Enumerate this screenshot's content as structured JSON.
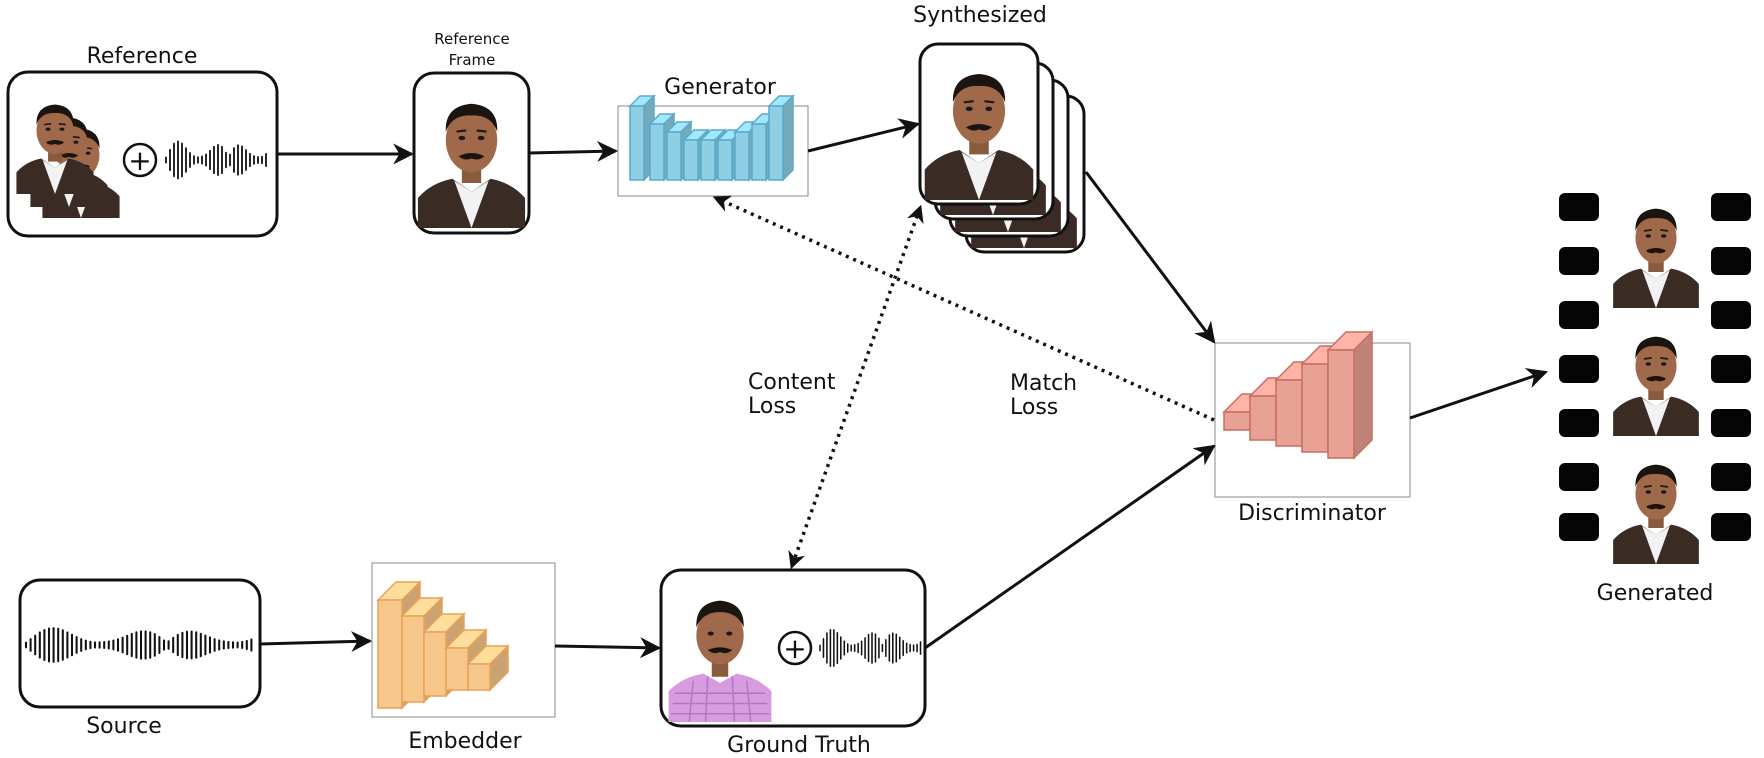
{
  "labels": {
    "reference": "Reference",
    "reference_frame_line1": "Reference",
    "reference_frame_line2": "Frame",
    "generator": "Generator",
    "synthesized": "Synthesized",
    "content_loss_line1": "Content",
    "content_loss_line2": "Loss",
    "match_loss_line1": "Match",
    "match_loss_line2": "Loss",
    "discriminator": "Discriminator",
    "generated": "Generated",
    "source": "Source",
    "embedder": "Embedder",
    "ground_truth": "Ground Truth"
  },
  "symbols": {
    "plus": "+"
  },
  "icons": {
    "face": "face-photo-icon",
    "audio": "audio-waveform-icon",
    "film": "film-strip-icon"
  },
  "colors": {
    "generator": "#8fcfe6",
    "generator_edge": "#5aa9c8",
    "embedder": "#f7c68a",
    "embedder_edge": "#e8a257",
    "discriminator": "#e8a195",
    "discriminator_edge": "#c86e60",
    "shirt_reference": "#f2f2f2",
    "shirt_ground_truth": "#d89be0"
  }
}
